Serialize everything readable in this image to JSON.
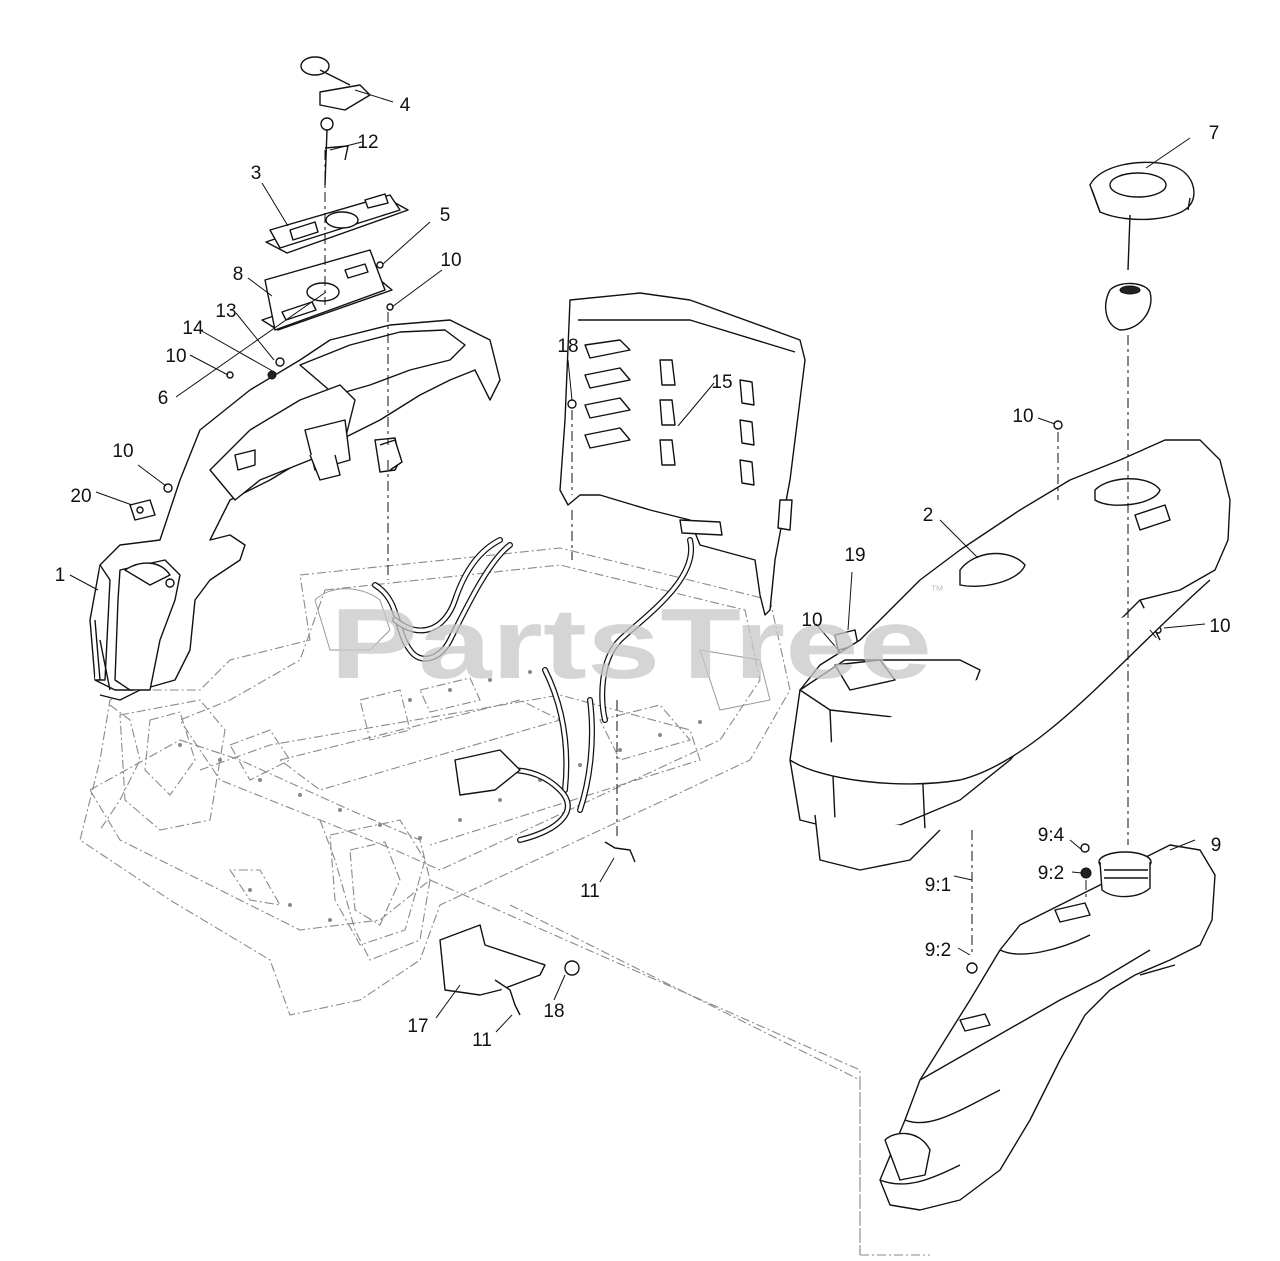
{
  "watermark": {
    "text": "PartsTree",
    "trademark": "™"
  },
  "callouts": [
    {
      "label": "1"
    },
    {
      "label": "2"
    },
    {
      "label": "3"
    },
    {
      "label": "4"
    },
    {
      "label": "5"
    },
    {
      "label": "6"
    },
    {
      "label": "7"
    },
    {
      "label": "8"
    },
    {
      "label": "9"
    },
    {
      "label": "9:1"
    },
    {
      "label": "9:2"
    },
    {
      "label": "9:2"
    },
    {
      "label": "9:4"
    },
    {
      "label": "10"
    },
    {
      "label": "10"
    },
    {
      "label": "10"
    },
    {
      "label": "10"
    },
    {
      "label": "10"
    },
    {
      "label": "10"
    },
    {
      "label": "11"
    },
    {
      "label": "11"
    },
    {
      "label": "12"
    },
    {
      "label": "13"
    },
    {
      "label": "14"
    },
    {
      "label": "15"
    },
    {
      "label": "17"
    },
    {
      "label": "18"
    },
    {
      "label": "18"
    },
    {
      "label": "19"
    },
    {
      "label": "20"
    }
  ]
}
